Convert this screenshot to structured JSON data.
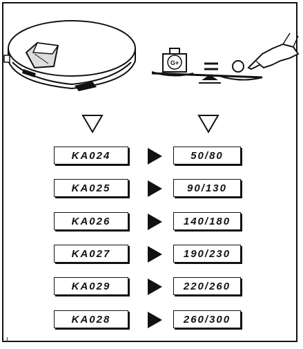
{
  "illustrations": {
    "device": "clamshell-device-icon",
    "scale": "balance-scale-icon",
    "weight_badge": "G+"
  },
  "table": {
    "rows": [
      {
        "code": "KA024",
        "range": "50/80"
      },
      {
        "code": "KA025",
        "range": "90/130"
      },
      {
        "code": "KA026",
        "range": "140/180"
      },
      {
        "code": "KA027",
        "range": "190/230"
      },
      {
        "code": "KA029",
        "range": "220/260"
      },
      {
        "code": "KA028",
        "range": "260/300"
      }
    ]
  }
}
